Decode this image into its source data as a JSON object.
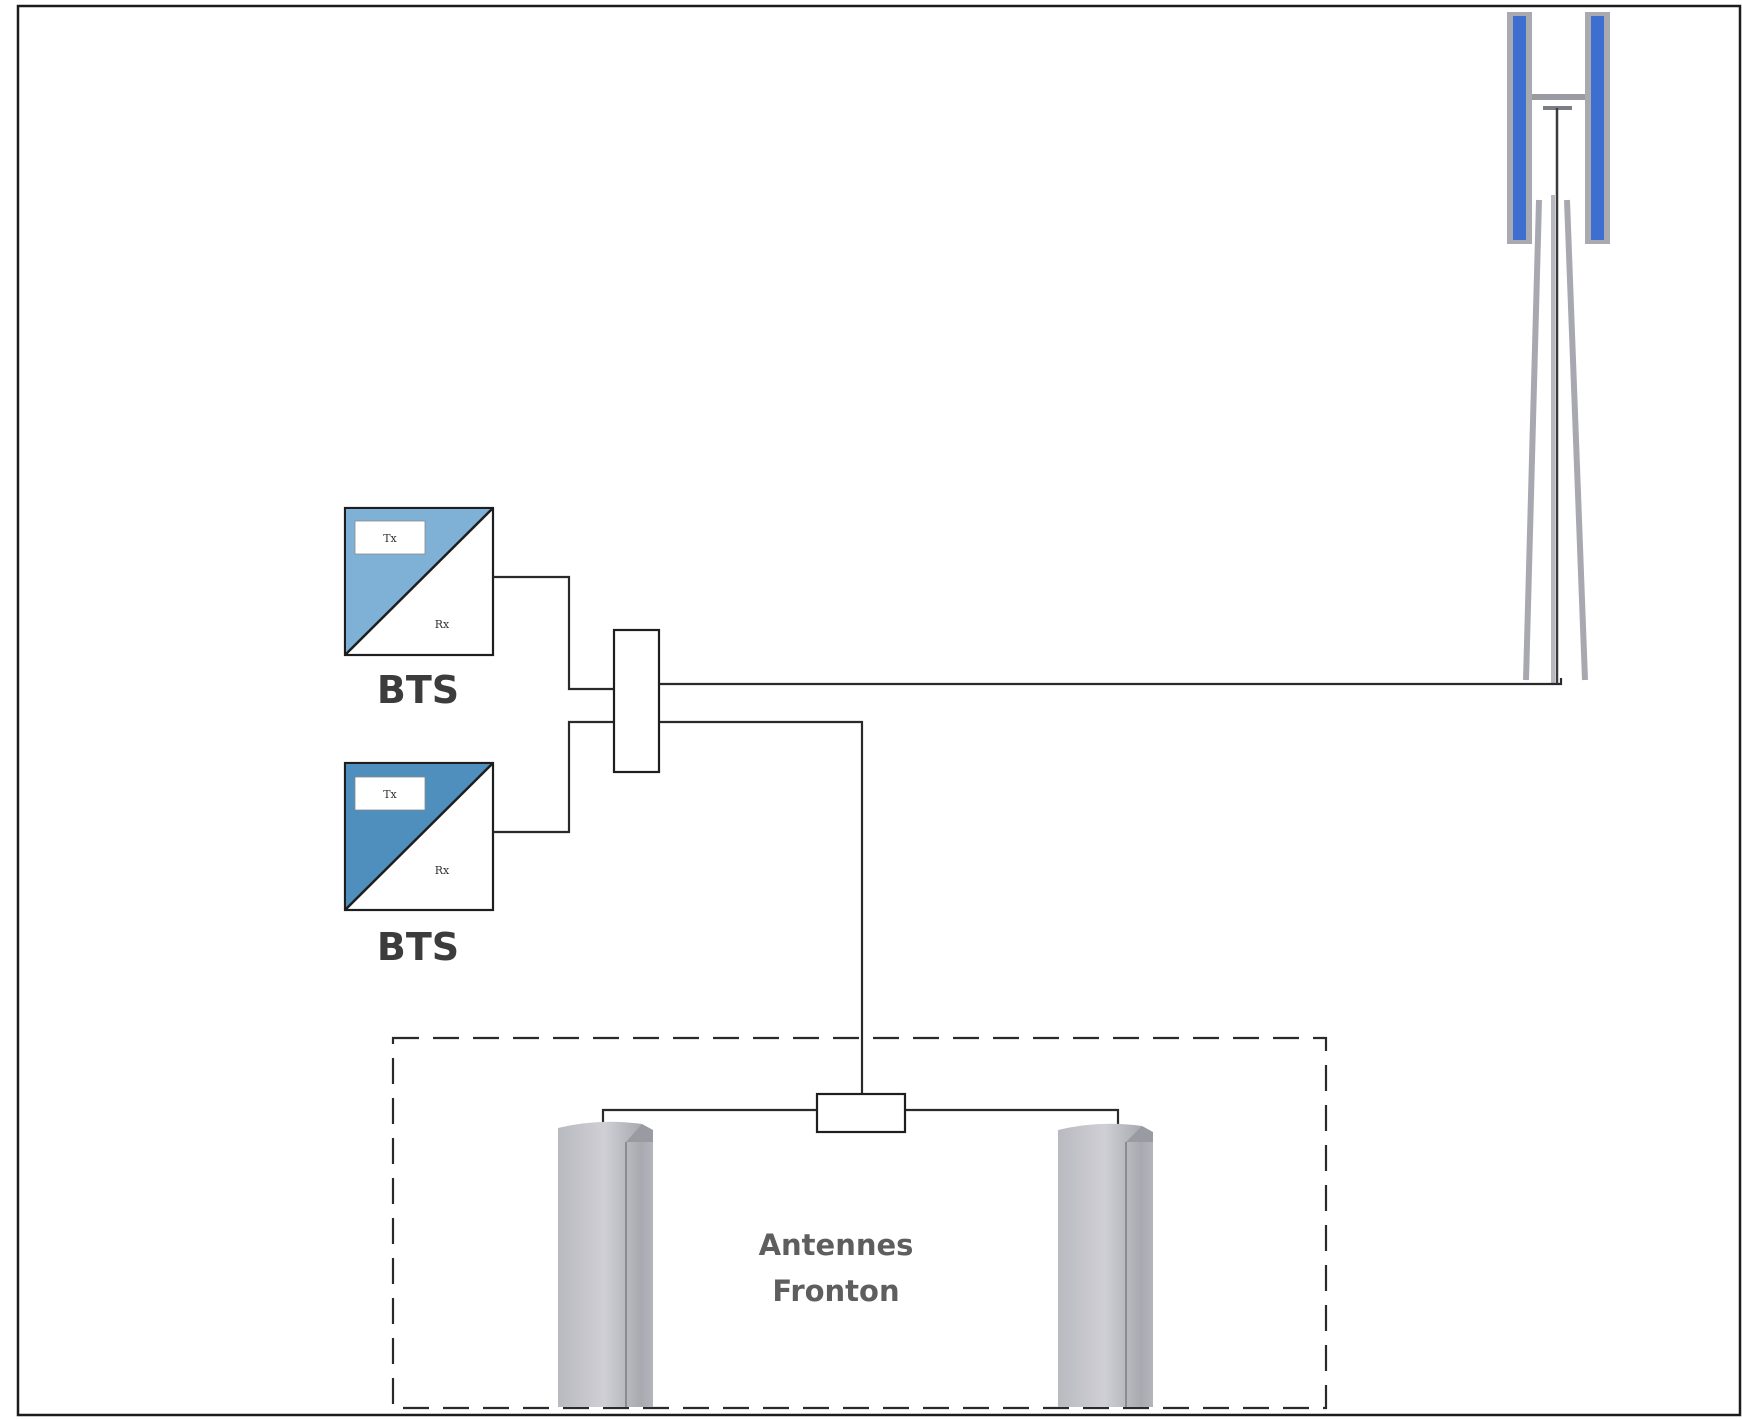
{
  "diagram": {
    "bts_units": [
      {
        "label": "BTS",
        "tx_label": "Tx",
        "rx_label": "Rx"
      },
      {
        "label": "BTS",
        "tx_label": "Tx",
        "rx_label": "Rx"
      }
    ],
    "antenna_group": {
      "caption_line1": "Antennes",
      "caption_line2": "Fronton"
    },
    "colors": {
      "bts_fill": "#4f8fbd",
      "bts_fill_light": "#7fb0d6",
      "antenna_blue": "#3e6fd0",
      "antenna_gray": "#c2c2c8",
      "mast_gray": "#a9a9b0"
    },
    "icons": [
      "mast-antenna-icon",
      "panel-antenna-icon",
      "combiner-icon",
      "splitter-icon"
    ]
  }
}
